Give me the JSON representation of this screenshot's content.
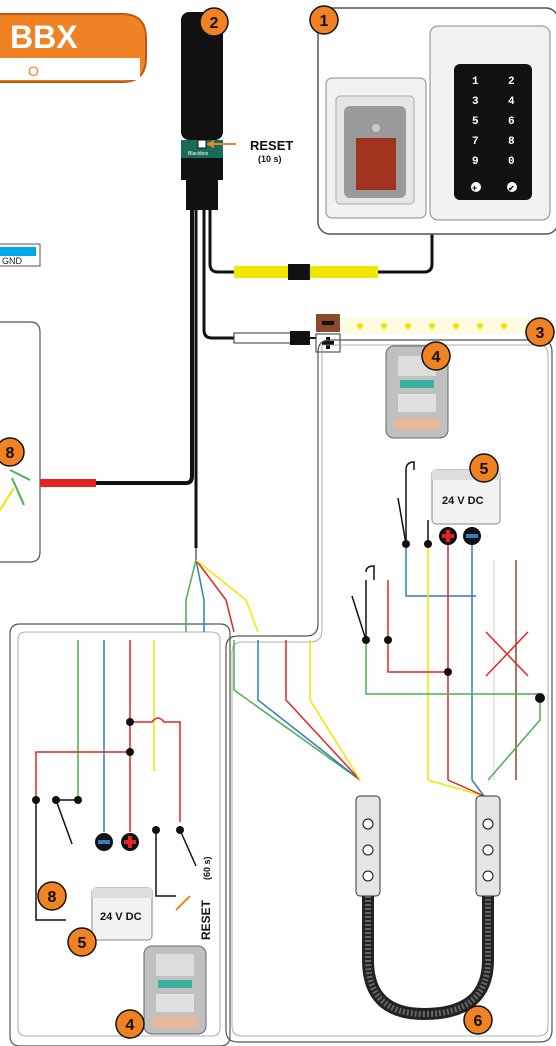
{
  "title_box": {
    "line1": "BBX",
    "line2": "O"
  },
  "gnd_label": "GND",
  "reset_top": {
    "label": "RESET",
    "time": "(10 s)"
  },
  "reset_side": {
    "label": "RESET",
    "time": "(60 s)"
  },
  "blackbox_brand": "Blackbox",
  "psu_label": "24 V DC",
  "keypad_keys": [
    "1",
    "2",
    "3",
    "4",
    "5",
    "6",
    "7",
    "8",
    "9",
    "0",
    "+",
    "✔"
  ],
  "markers": [
    "1",
    "2",
    "3",
    "4",
    "5",
    "6",
    "8"
  ],
  "colors": {
    "orange": "#f08224",
    "yellow": "#f2e600",
    "red": "#e52421",
    "blue": "#2f7fc1",
    "green": "#4caf50",
    "brown": "#8b4a2b",
    "cyan": "#00a8e8"
  }
}
